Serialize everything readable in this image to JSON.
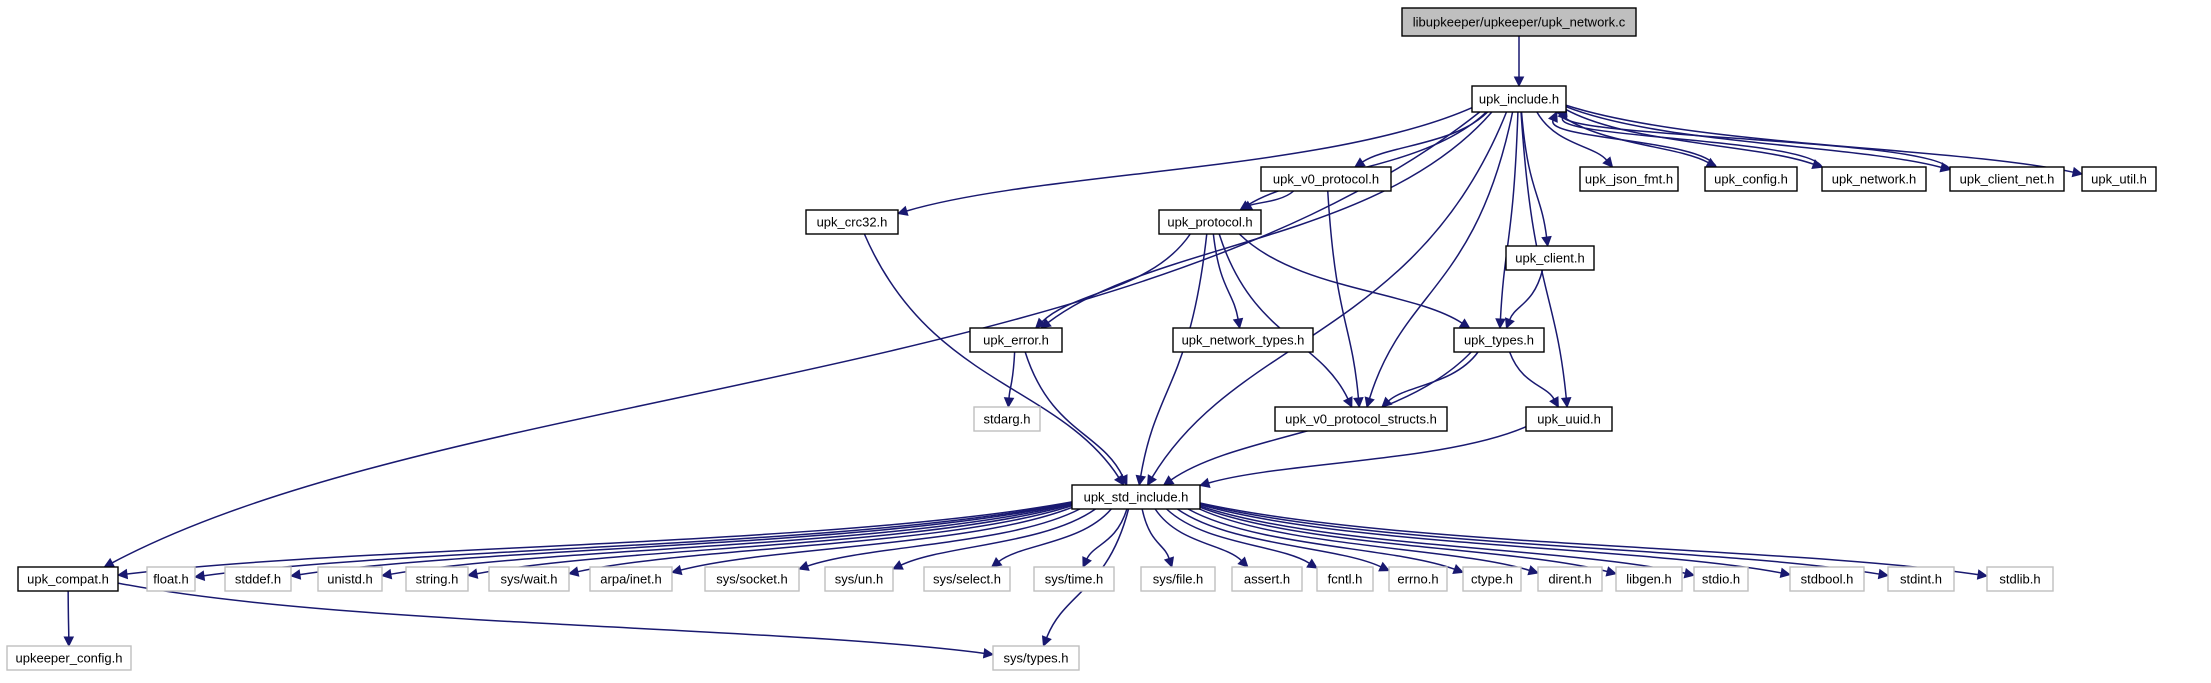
{
  "graph": {
    "colors": {
      "edge": "#191970",
      "root_fill": "#bfbfbf",
      "node_border": "#000000",
      "system_border": "#bfbfbf"
    },
    "nodes": [
      {
        "id": "network_c",
        "label": "libupkeeper/upkeeper/upk_network.c",
        "kind": "root"
      },
      {
        "id": "upk_include",
        "label": "upk_include.h",
        "kind": "documented"
      },
      {
        "id": "upk_v0_protocol",
        "label": "upk_v0_protocol.h",
        "kind": "documented"
      },
      {
        "id": "upk_json_fmt",
        "label": "upk_json_fmt.h",
        "kind": "documented"
      },
      {
        "id": "upk_config",
        "label": "upk_config.h",
        "kind": "documented"
      },
      {
        "id": "upk_network",
        "label": "upk_network.h",
        "kind": "documented"
      },
      {
        "id": "upk_client_net",
        "label": "upk_client_net.h",
        "kind": "documented"
      },
      {
        "id": "upk_util",
        "label": "upk_util.h",
        "kind": "documented"
      },
      {
        "id": "upk_crc32",
        "label": "upk_crc32.h",
        "kind": "documented"
      },
      {
        "id": "upk_protocol",
        "label": "upk_protocol.h",
        "kind": "documented"
      },
      {
        "id": "upk_client",
        "label": "upk_client.h",
        "kind": "documented"
      },
      {
        "id": "upk_error",
        "label": "upk_error.h",
        "kind": "documented"
      },
      {
        "id": "upk_network_types",
        "label": "upk_network_types.h",
        "kind": "documented"
      },
      {
        "id": "upk_types",
        "label": "upk_types.h",
        "kind": "documented"
      },
      {
        "id": "stdarg",
        "label": "stdarg.h",
        "kind": "system"
      },
      {
        "id": "upk_v0_protocol_structs",
        "label": "upk_v0_protocol_structs.h",
        "kind": "documented"
      },
      {
        "id": "upk_uuid",
        "label": "upk_uuid.h",
        "kind": "documented"
      },
      {
        "id": "upk_std_include",
        "label": "upk_std_include.h",
        "kind": "documented"
      },
      {
        "id": "upk_compat",
        "label": "upk_compat.h",
        "kind": "documented"
      },
      {
        "id": "float",
        "label": "float.h",
        "kind": "system"
      },
      {
        "id": "stddef",
        "label": "stddef.h",
        "kind": "system"
      },
      {
        "id": "unistd",
        "label": "unistd.h",
        "kind": "system"
      },
      {
        "id": "string",
        "label": "string.h",
        "kind": "system"
      },
      {
        "id": "sys_wait",
        "label": "sys/wait.h",
        "kind": "system"
      },
      {
        "id": "arpa_inet",
        "label": "arpa/inet.h",
        "kind": "system"
      },
      {
        "id": "sys_socket",
        "label": "sys/socket.h",
        "kind": "system"
      },
      {
        "id": "sys_un",
        "label": "sys/un.h",
        "kind": "system"
      },
      {
        "id": "sys_select",
        "label": "sys/select.h",
        "kind": "system"
      },
      {
        "id": "sys_time",
        "label": "sys/time.h",
        "kind": "system"
      },
      {
        "id": "sys_file",
        "label": "sys/file.h",
        "kind": "system"
      },
      {
        "id": "assert",
        "label": "assert.h",
        "kind": "system"
      },
      {
        "id": "fcntl",
        "label": "fcntl.h",
        "kind": "system"
      },
      {
        "id": "errno",
        "label": "errno.h",
        "kind": "system"
      },
      {
        "id": "ctype",
        "label": "ctype.h",
        "kind": "system"
      },
      {
        "id": "dirent",
        "label": "dirent.h",
        "kind": "system"
      },
      {
        "id": "libgen",
        "label": "libgen.h",
        "kind": "system"
      },
      {
        "id": "stdio",
        "label": "stdio.h",
        "kind": "system"
      },
      {
        "id": "stdbool",
        "label": "stdbool.h",
        "kind": "system"
      },
      {
        "id": "stdint",
        "label": "stdint.h",
        "kind": "system"
      },
      {
        "id": "stdlib",
        "label": "stdlib.h",
        "kind": "system"
      },
      {
        "id": "upkeeper_config",
        "label": "upkeeper_config.h",
        "kind": "system"
      },
      {
        "id": "sys_types",
        "label": "sys/types.h",
        "kind": "system"
      }
    ],
    "edges": [
      [
        "network_c",
        "upk_include"
      ],
      [
        "upk_include",
        "upk_v0_protocol"
      ],
      [
        "upk_include",
        "upk_json_fmt"
      ],
      [
        "upk_include",
        "upk_config"
      ],
      [
        "upk_include",
        "upk_network"
      ],
      [
        "upk_include",
        "upk_client_net"
      ],
      [
        "upk_include",
        "upk_util"
      ],
      [
        "upk_include",
        "upk_crc32"
      ],
      [
        "upk_include",
        "upk_protocol"
      ],
      [
        "upk_include",
        "upk_client"
      ],
      [
        "upk_include",
        "upk_error"
      ],
      [
        "upk_include",
        "upk_types"
      ],
      [
        "upk_include",
        "upk_v0_protocol_structs"
      ],
      [
        "upk_include",
        "upk_uuid"
      ],
      [
        "upk_include",
        "upk_std_include"
      ],
      [
        "upk_include",
        "upk_compat"
      ],
      [
        "upk_config",
        "upk_include"
      ],
      [
        "upk_network",
        "upk_include"
      ],
      [
        "upk_client_net",
        "upk_include"
      ],
      [
        "upk_v0_protocol",
        "upk_protocol"
      ],
      [
        "upk_v0_protocol",
        "upk_v0_protocol_structs"
      ],
      [
        "upk_crc32",
        "upk_std_include"
      ],
      [
        "upk_protocol",
        "upk_error"
      ],
      [
        "upk_protocol",
        "upk_network_types"
      ],
      [
        "upk_protocol",
        "upk_types"
      ],
      [
        "upk_protocol",
        "upk_v0_protocol_structs"
      ],
      [
        "upk_protocol",
        "upk_std_include"
      ],
      [
        "upk_client",
        "upk_types"
      ],
      [
        "upk_error",
        "stdarg"
      ],
      [
        "upk_error",
        "upk_std_include"
      ],
      [
        "upk_types",
        "upk_v0_protocol_structs"
      ],
      [
        "upk_types",
        "upk_uuid"
      ],
      [
        "upk_types",
        "upk_std_include"
      ],
      [
        "upk_uuid",
        "upk_std_include"
      ],
      [
        "upk_std_include",
        "upk_compat"
      ],
      [
        "upk_std_include",
        "float"
      ],
      [
        "upk_std_include",
        "stddef"
      ],
      [
        "upk_std_include",
        "unistd"
      ],
      [
        "upk_std_include",
        "string"
      ],
      [
        "upk_std_include",
        "sys_wait"
      ],
      [
        "upk_std_include",
        "arpa_inet"
      ],
      [
        "upk_std_include",
        "sys_socket"
      ],
      [
        "upk_std_include",
        "sys_un"
      ],
      [
        "upk_std_include",
        "sys_select"
      ],
      [
        "upk_std_include",
        "sys_time"
      ],
      [
        "upk_std_include",
        "sys_file"
      ],
      [
        "upk_std_include",
        "assert"
      ],
      [
        "upk_std_include",
        "fcntl"
      ],
      [
        "upk_std_include",
        "errno"
      ],
      [
        "upk_std_include",
        "ctype"
      ],
      [
        "upk_std_include",
        "dirent"
      ],
      [
        "upk_std_include",
        "libgen"
      ],
      [
        "upk_std_include",
        "stdio"
      ],
      [
        "upk_std_include",
        "stdbool"
      ],
      [
        "upk_std_include",
        "stdint"
      ],
      [
        "upk_std_include",
        "stdlib"
      ],
      [
        "upk_std_include",
        "sys_types"
      ],
      [
        "upk_compat",
        "upkeeper_config"
      ],
      [
        "upk_compat",
        "sys_types"
      ]
    ]
  }
}
